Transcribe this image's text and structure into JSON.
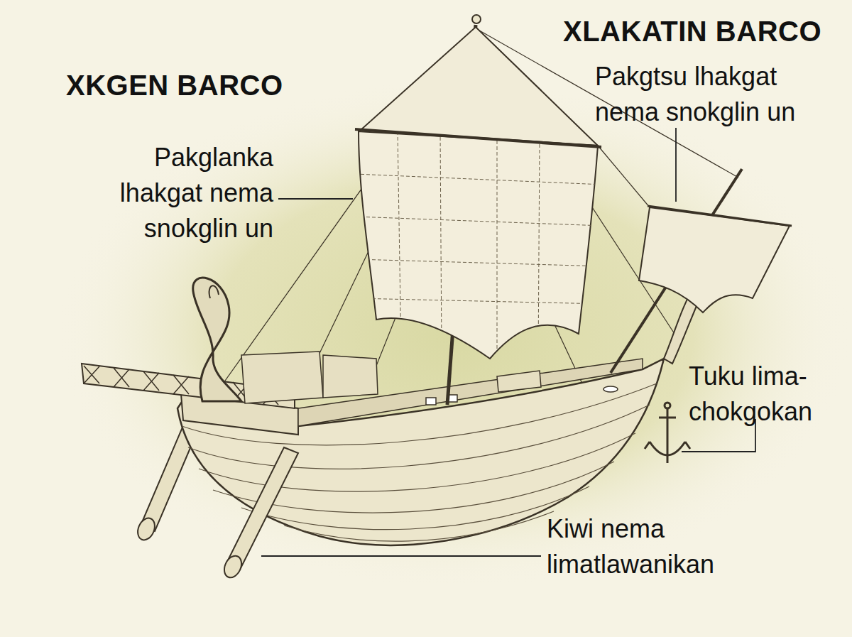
{
  "diagram": {
    "labels": [
      "XKGEN BARCO",
      "XLAKATIN BARCO",
      "Pakglanka lhakgat nema snokglin un",
      "Pakgtsu lhakgat nema snokglin un",
      "Tuku lima-chokgokan",
      "Kiwi nema limatlawanikan"
    ]
  }
}
